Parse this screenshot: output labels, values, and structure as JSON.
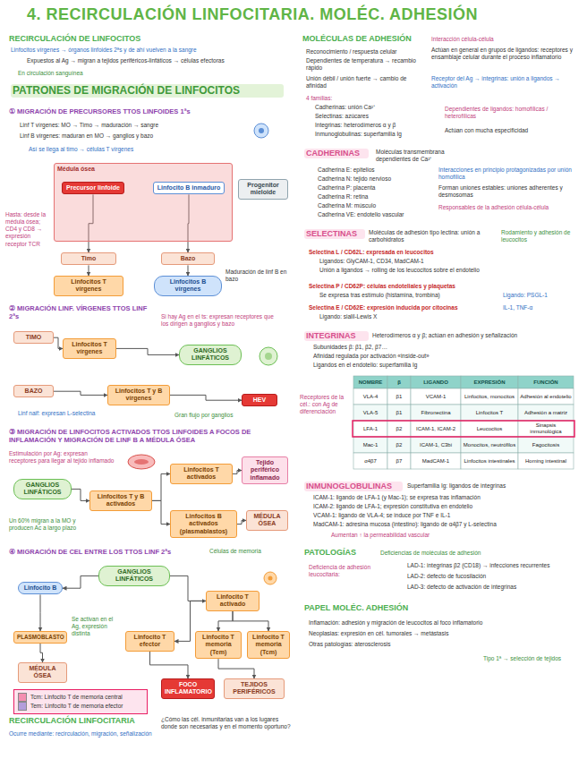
{
  "diagram": {
    "title": "4. RECIRCULACIÓN LINFOCITARIA. MOLÉC. ADHESIÓN",
    "nodes": [
      {
        "text": [
          "Médula ósea"
        ]
      },
      {
        "text": [
          "Precursor linfoide"
        ],
        "in": 0
      },
      {
        "text": [
          "Linfocito B inmaduro"
        ],
        "in": 0
      },
      {
        "text": [
          "Progenitor mieloide"
        ]
      },
      {
        "text": [
          "Timo"
        ]
      },
      {
        "text": [
          "Linfocitos T vírgenes"
        ]
      },
      {
        "text": [
          "Bazo"
        ]
      },
      {
        "text": [
          "Linfocitos B vírgenes"
        ]
      },
      {
        "text": [
          "TIMO"
        ]
      },
      {
        "text": [
          "Linfocitos T vírgenes"
        ]
      },
      {
        "text": [
          "GANGLIOS LINFÁTICOS"
        ]
      },
      {
        "text": [
          "BAZO"
        ]
      },
      {
        "text": [
          "Linfocitos T y B vírgenes"
        ]
      },
      {
        "text": [
          "HEV"
        ]
      },
      {
        "text": [
          "GANGLIOS LINFÁTICOS"
        ]
      },
      {
        "text": [
          "Linfocitos T y B activados"
        ]
      },
      {
        "text": [
          "Linfocitos T activados"
        ]
      },
      {
        "text": [
          "Linfocitos B activados (plasmablastos)"
        ]
      },
      {
        "text": [
          "Tejido periférico inflamado"
        ]
      },
      {
        "text": [
          "MÉDULA ÓSEA"
        ]
      },
      {
        "text": [
          "Linfocito B"
        ]
      },
      {
        "text": [
          "GANGLIOS LINFÁTICOS"
        ]
      },
      {
        "text": [
          "PLASMOBLASTO"
        ]
      },
      {
        "text": [
          "MÉDULA ÓSEA"
        ]
      },
      {
        "text": [
          "Linfocito T activado"
        ]
      },
      {
        "text": [
          "Linfocito T efector"
        ]
      },
      {
        "text": [
          "Linfocito T memoria (Tem)"
        ]
      },
      {
        "text": [
          "Linfocito T memoria (Tcm)"
        ]
      },
      {
        "text": [
          "FOCO INFLAMATORIO"
        ]
      },
      {
        "text": [
          "TEJIDOS PERIFÉRICOS"
        ]
      }
    ],
    "edges": [
      {
        "from": 1,
        "to": 4,
        "arrow": "to"
      },
      {
        "from": 4,
        "to": 5,
        "arrow": "to"
      },
      {
        "from": 2,
        "to": 6,
        "arrow": "to"
      },
      {
        "from": 6,
        "to": 7,
        "arrow": "to"
      },
      {
        "from": 8,
        "to": 9,
        "arrow": "to"
      },
      {
        "from": 9,
        "to": 10,
        "arrow": "to"
      },
      {
        "from": 11,
        "to": 12,
        "arrow": "to"
      },
      {
        "from": 12,
        "to": 13,
        "arrow": "to"
      },
      {
        "from": 14,
        "to": 15,
        "arrow": "to"
      },
      {
        "from": 15,
        "to": 16,
        "arrow": "to"
      },
      {
        "from": 15,
        "to": 17,
        "arrow": "to"
      },
      {
        "from": 16,
        "to": 18,
        "arrow": "to"
      },
      {
        "from": 17,
        "to": 19,
        "arrow": "to"
      },
      {
        "from": 21,
        "to": 20,
        "arrow": "to"
      },
      {
        "from": 20,
        "to": 22,
        "arrow": "to"
      },
      {
        "from": 22,
        "to": 23,
        "arrow": "to"
      },
      {
        "from": 21,
        "to": 24,
        "arrow": "to"
      },
      {
        "from": 24,
        "to": 25,
        "arrow": "to"
      },
      {
        "from": 24,
        "to": 26,
        "arrow": "to"
      },
      {
        "from": 24,
        "to": 27,
        "arrow": "to"
      },
      {
        "from": 25,
        "to": 28,
        "arrow": "to"
      },
      {
        "from": 26,
        "to": 29,
        "arrow": "to"
      }
    ],
    "labels": [
      "RECIRCULACIÓN DE LINFOCITOS",
      "Linfocitos vírgenes → órganos linfoides 2ªs y de ahí vuelven a la sangre",
      "Expuestos al Ag → migran a tejidos periféricos-linfáticos → células efectoras",
      "En circulación sanguínea",
      "PATRONES DE MIGRACIÓN DE LINFOCITOS",
      "① MIGRACIÓN DE PRECURSORES TTOS LINFOIDES 1ªs",
      "Linf T vírgenes: MO → Timo → maduración → sangre",
      "Linf B vírgenes: maduran en MO → ganglios y bazo",
      "Así se llega al timo → células T vírgenes",
      "Hasta: desde la médula ósea; CD4 y CD8 → expresión receptor TCR",
      "Maduración de linf B en bazo",
      "② MIGRACIÓN LINF. VÍRGENES TTOS LINF 2ªs",
      "Si hay Ag en el ts: expresan receptores que los dirigen a ganglios y bazo",
      "Linf naif: expresan L-selectina",
      "Gran flujo por ganglios",
      "③ MIGRACIÓN DE LINFOCITOS ACTIVADOS TTOS LINFOIDES A FOCOS DE INFLAMACIÓN Y MIGRACIÓN DE LINF B A MÉDULA ÓSEA",
      "Estimulación por Ag: expresan receptores para llegar al tejido inflamado",
      "Un 60% migran a la MO y producen Ac a largo plazo",
      "④ MIGRACIÓN DE CEL ENTRE LOS TTOS LINF 2ªs",
      "Células de memoria",
      "Se activan en el Ag, expresión distinta",
      "RECIRCULACIÓN LINFOCITARIA",
      "¿Cómo las cél. inmunitarias van a los lugares donde son necesarias y en el momento oportuno?",
      "Ocurre mediante: recirculación, migración, señalización",
      "MOLÉCULAS DE ADHESIÓN",
      "Interacción célula-célula",
      "Reconocimiento / respuesta celular",
      "Dependientes de temperatura → recambio rápido",
      "Actúan en general en grupos de ligandos: receptores y ensamblaje celular durante el proceso inflamatorio",
      "Unión débil / unión fuerte → cambio de afinidad",
      "Receptor del Ag → integrinas: unión a ligandos → activación",
      "4 familias:",
      "Cadherinas: unión Ca²⁺",
      "Selectinas: azúcares",
      "Integrinas: heterodímeros α y β",
      "Inmunoglobulinas: superfamilia Ig",
      "Dependientes de ligandos: homofílicas / heterofílicas",
      "Actúan con mucha especificidad",
      "CADHERINAS",
      "Moléculas transmembrana dependientes de Ca²⁺",
      "Cadherina E: epitelios",
      "Cadherina N: tejido nervioso",
      "Cadherina P: placenta",
      "Cadherina R: retina",
      "Cadherina M: músculo",
      "Cadherina VE: endotelio vascular",
      "Interacciones en principio protagonizadas por unión homofílica",
      "Forman uniones estables: uniones adherentes y desmosomas",
      "Responsables de la adhesión célula-célula",
      "SELECTINAS",
      "Moléculas de adhesión tipo lectina: unión a carbohidratos",
      "Rodamiento y adhesión de leucocitos",
      "Selectina L / CD62L: expresada en leucocitos",
      "Ligandos: GlyCAM-1, CD34, MadCAM-1",
      "Unión a ligandos → rolling de los leucocitos sobre el endotelio",
      "Selectina P / CD62P: células endoteliales y plaquetas",
      "Se expresa tras estímulo (histamina, trombina)",
      "Ligando: PSGL-1",
      "Selectina E / CD62E: expresión inducida por citocinas",
      "IL-1, TNF-α",
      "Ligando: sialil-Lewis X",
      "INTEGRINAS",
      "Heterodímeros α y β; actúan en adhesión y señalización",
      "Subunidades β: β1, β2, β7…",
      "Afinidad regulada por activación «inside-out»",
      "Ligandos en el endotelio: superfamilia Ig",
      "Receptores de la cél.: con Ag de diferenciación",
      "INMUNOGLOBULINAS",
      "Superfamilia Ig: ligandos de integrinas",
      "ICAM-1: ligando de LFA-1 (y Mac-1); se expresa tras inflamación",
      "ICAM-2: ligando de LFA-1; expresión constitutiva en endotelio",
      "VCAM-1: ligando de VLA-4; se induce por TNF e IL-1",
      "MadCAM-1: adresina mucosa (intestino): ligando de α4β7 y L-selectina",
      "Aumentan ↑ la permeabilidad vascular",
      "PATOLOGÍAS",
      "Deficiencias de moléculas de adhesión",
      "Deficiencia de adhesión leucocitaria:",
      "LAD-1: integrinas β2 (CD18) → infecciones recurrentes",
      "LAD-2: defecto de fucosilación",
      "LAD-3: defecto de activación de integrinas",
      "PAPEL MOLÉC. ADHESIÓN",
      "Inflamación: adhesión y migración de leucocitos al foco inflamatorio",
      "Neoplasias: expresión en cél. tumorales → metástasis",
      "Otras patologías: aterosclerosis",
      "Tipo 1ª → selección de tejidos",
      "NOMBRE",
      "β",
      "LIGANDO",
      "EXPRESIÓN",
      "FUNCIÓN",
      "VLA-4",
      "β1",
      "VCAM-1",
      "Linfocitos, monocitos",
      "Adhesión al endotelio",
      "VLA-5",
      "β1",
      "Fibronectina",
      "Linfocitos T",
      "Adhesión a matriz",
      "LFA-1",
      "β2",
      "ICAM-1, ICAM-2",
      "Leucocitos",
      "Sinapsis inmunológica",
      "Mac-1",
      "β2",
      "ICAM-1, C3bi",
      "Monocitos, neutrófilos",
      "Fagocitosis",
      "α4β7",
      "β7",
      "MadCAM-1",
      "Linfocitos intestinales",
      "Homing intestinal"
    ],
    "legend": [
      {
        "text": "Tcm: Linfocito T de memoria central",
        "color": "#f48fb1"
      },
      {
        "text": "Tem: Linfocito T de memoria efector",
        "color": "#b39ddb"
      }
    ]
  }
}
